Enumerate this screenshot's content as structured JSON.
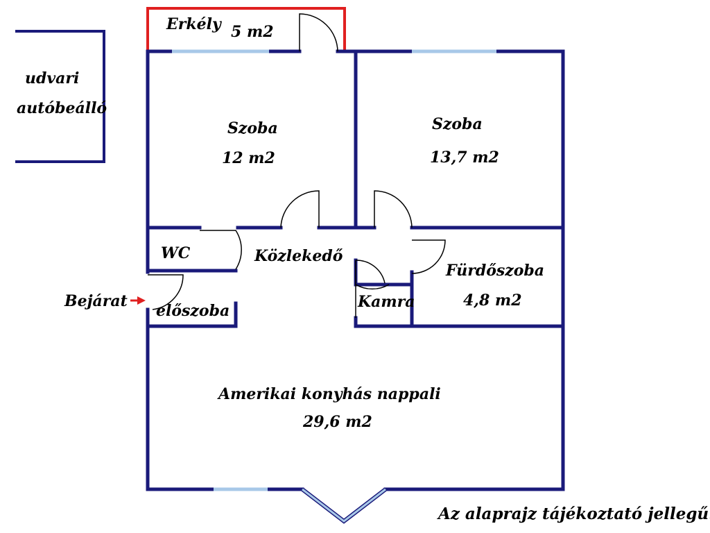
{
  "labels": {
    "parking_line1": "udvari",
    "parking_line2": "autóbeálló",
    "balcony_name": "Erkély",
    "balcony_area": "5 m2",
    "room1_name": "Szoba",
    "room1_area": "12 m2",
    "room2_name": "Szoba",
    "room2_area": "13,7 m2",
    "wc": "WC",
    "corridor": "Közlekedő",
    "bathroom_name": "Fürdőszoba",
    "bathroom_area": "4,8 m2",
    "entrance": "Bejárat",
    "hall": "előszoba",
    "pantry": "Kamra",
    "living_name": "Amerikai konyhás nappali",
    "living_area": "29,6 m2",
    "disclaimer": "Az alaprajz tájékoztató jellegű!"
  },
  "colors": {
    "wall": "#1a1a7a",
    "balcony_rail": "#e02020",
    "window": "#a8c8e8",
    "door_swing": "#000000",
    "entrance_arrow": "#e02020"
  }
}
